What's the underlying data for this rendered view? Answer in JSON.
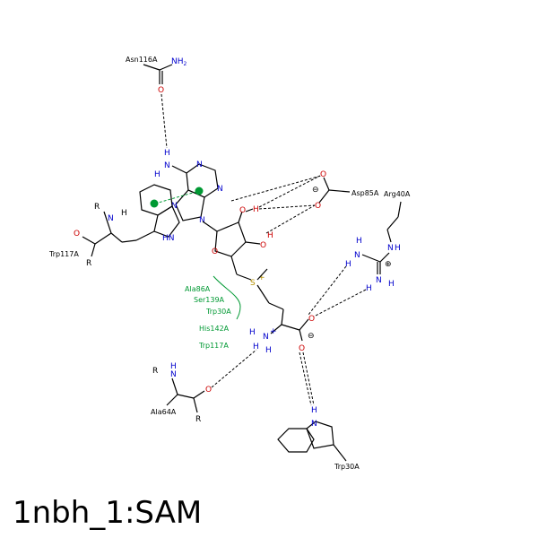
{
  "title": "1nbh_1:SAM",
  "residues": {
    "asn116": "Asn116A",
    "asp85": "Asp85A",
    "arg40": "Arg40A",
    "trp117_left": "Trp117A",
    "ala64": "Ala64A",
    "trp30_bottom": "Trp30A"
  },
  "hydrophobic": [
    "Ala86A",
    "Ser139A",
    "Trp30A",
    "His142A",
    "Trp117A"
  ],
  "atoms": {
    "nh2": "NH",
    "nh2_sub": "2",
    "o": "O",
    "n": "N",
    "h": "H",
    "hn": "HN",
    "r": "R",
    "s": "S",
    "plus": "+",
    "minus": "⊖",
    "cation": "⊕"
  },
  "colors": {
    "nitrogen": "#0000cc",
    "oxygen": "#cc0000",
    "sulfur": "#b38f00",
    "hydrophobic": "#009933",
    "pi": "#009933"
  }
}
